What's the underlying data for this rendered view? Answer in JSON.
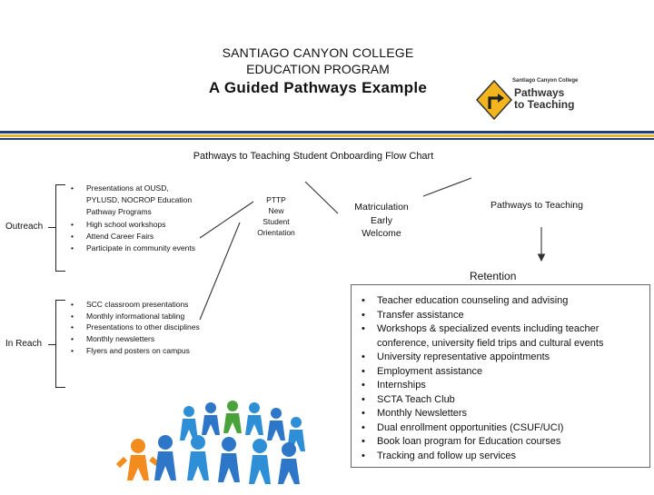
{
  "header": {
    "line1": "SANTIAGO CANYON COLLEGE",
    "line2": "EDUCATION PROGRAM",
    "line3": "A Guided Pathways Example"
  },
  "logo": {
    "small": "Santiago Canyon College",
    "big1": "Pathways",
    "big2": "to Teaching",
    "colors": {
      "sign": "#f2b51d",
      "arrow": "#222222"
    }
  },
  "flow_title": "Pathways to Teaching Student Onboarding Flow Chart",
  "outreach": {
    "label": "Outreach",
    "items": [
      "Presentations at OUSD, PYLUSD, NOCROP Education Pathway Programs",
      "High school workshops",
      "Attend Career Fairs",
      "Participate in community events"
    ]
  },
  "inreach": {
    "label": "In Reach",
    "items": [
      "SCC classroom presentations",
      "Monthly informational tabling",
      "Presentations to other disciplines",
      "Monthly newsletters",
      "Flyers and posters on campus"
    ]
  },
  "nodes": {
    "pttp": [
      "PTTP",
      "New",
      "Student",
      "Orientation"
    ],
    "matriculation": [
      "Matriculation",
      "Early",
      "Welcome"
    ],
    "pathways": "Pathways to Teaching"
  },
  "retention": {
    "label": "Retention",
    "items": [
      "Teacher education counseling and advising",
      "Transfer assistance",
      "Workshops & specialized events including teacher conference, university field trips and cultural events",
      "University representative appointments",
      "Employment assistance",
      "Internships",
      "SCTA Teach Club",
      "Monthly Newsletters",
      "Dual enrollment opportunities (CSUF/UCI)",
      "Book loan program for Education courses",
      "Tracking and follow up services"
    ]
  },
  "colors": {
    "rule_blue": "#1f3f7a",
    "rule_gold": "#e3b52a",
    "people": [
      "#f28c1e",
      "#2e76c8",
      "#4aa33a",
      "#2e8fd6"
    ]
  },
  "image": {
    "subject": "paper-chain-people-icon"
  }
}
